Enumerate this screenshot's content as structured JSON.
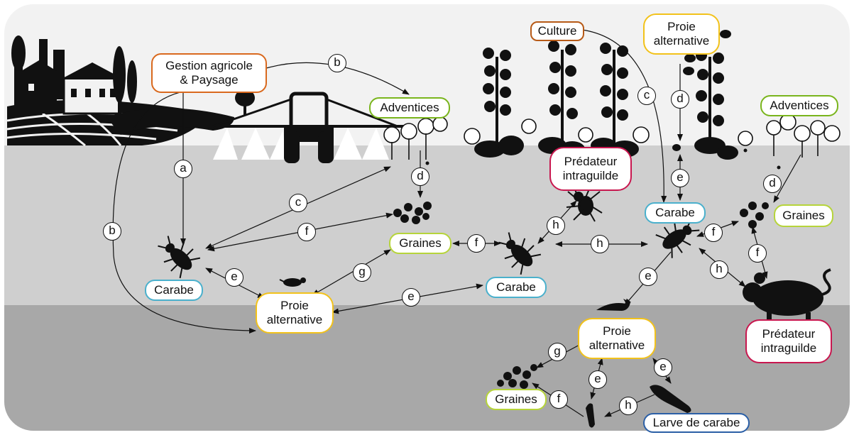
{
  "colors": {
    "management": "#d9691e",
    "weeds": "#7ab51d",
    "seeds": "#b6d43a",
    "carabid": "#4ab0cc",
    "prey": "#f2c21b",
    "predator": "#c8174f",
    "larva": "#2b5fa6",
    "crop": "#b75a17",
    "zone_top": "#f2f2f2",
    "zone_mid": "#cfcfcf",
    "zone_bottom": "#a8a8a8"
  },
  "nodes": {
    "gestion": "Gestion agricole\n& Paysage",
    "adventices_left": "Adventices",
    "culture": "Culture",
    "proie_top": "Proie\nalternative",
    "adventices_right": "Adventices",
    "predateur_mid": "Prédateur\nintraguilde",
    "carabe_right": "Carabe",
    "graines_right": "Graines",
    "graines_mid": "Graines",
    "carabe_left": "Carabe",
    "carabe_mid": "Carabe",
    "proie_mid": "Proie\nalternative",
    "predateur_right": "Prédateur\nintraguilde",
    "proie_bottom": "Proie\nalternative",
    "graines_bottom": "Graines",
    "larve": "Larve de carabe"
  },
  "interaction_tags": {
    "b_top": "b",
    "a": "a",
    "b_left": "b",
    "c_left": "c",
    "d_left": "d",
    "f_left": "f",
    "e_left": "e",
    "g_mid": "g",
    "f_mid": "f",
    "h_spider": "h",
    "h_mid": "h",
    "e_mid": "e",
    "c_right": "c",
    "d_top": "d",
    "e_top": "e",
    "d_right": "d",
    "f_right1": "f",
    "f_right2": "f",
    "h_right": "h",
    "e_slug": "e",
    "g_bottom": "g",
    "e_bottom1": "e",
    "e_bottom2": "e",
    "f_bottom": "f",
    "h_bottom": "h"
  },
  "icons": [
    "farm-landscape-icon",
    "tractor-sprayer-icon",
    "crop-plant-icon",
    "weed-flowers-icon",
    "seed-pile-icon",
    "carabid-beetle-icon",
    "spider-icon",
    "mouse-icon",
    "slug-icon",
    "aphid-icon",
    "beetle-larva-icon",
    "small-insect-icon"
  ]
}
